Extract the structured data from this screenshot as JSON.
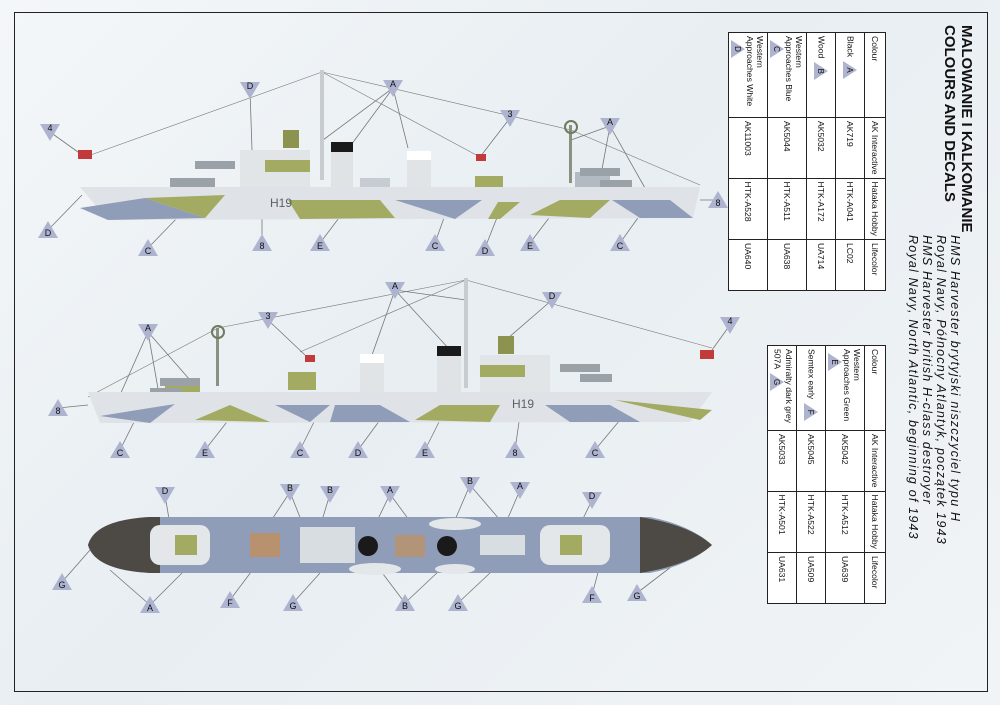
{
  "title_pl": "MALOWANIE I KALKOMANIE",
  "title_en": "COLOURS AND DECALS",
  "subtitle_lines": [
    "HMS Harvester brytyjski niszczyciel typu H",
    "Royal Navy, Północny Atlantyk, początek 1943",
    "HMS Harvester british H-class destroyer",
    "Royal Navy, North Atlantic, beginning of 1943"
  ],
  "table_headers": [
    "Colour",
    "AK Interactive",
    "Hataka Hobby",
    "Lifecolor"
  ],
  "table1": [
    {
      "name": "Black",
      "key": "A",
      "ak": "AK719",
      "hataka": "HTK-A041",
      "life": "LC02"
    },
    {
      "name": "Wood",
      "key": "B",
      "ak": "AK5032",
      "hataka": "HTK-A172",
      "life": "UA714"
    },
    {
      "name": "Western Approaches Blue",
      "key": "C",
      "ak": "AK5044",
      "hataka": "HTK-A511",
      "life": "UA638"
    },
    {
      "name": "Western Approaches White",
      "key": "D",
      "ak": "AK11003",
      "hataka": "HTK-A528",
      "life": "UA640"
    }
  ],
  "table2": [
    {
      "name": "Western Approaches Green",
      "key": "E",
      "ak": "AK5042",
      "hataka": "HTK-A512",
      "life": "UA639"
    },
    {
      "name": "Semtex early",
      "key": "F",
      "ak": "AK5045",
      "hataka": "HTK-A522",
      "life": "UA509"
    },
    {
      "name": "Admiralty dark grey 507A",
      "key": "G",
      "ak": "AK5033",
      "hataka": "HTK-A501",
      "life": "UA631"
    }
  ],
  "hull_number": "H19",
  "callout_labels": [
    "A",
    "B",
    "C",
    "D",
    "E",
    "F",
    "G",
    "3",
    "4",
    "8"
  ],
  "colors": {
    "black": "#1a1a1a",
    "wood": "#c98d4e",
    "wa_blue": "#8f9db8",
    "wa_white": "#e4e7ea",
    "wa_green": "#a3aa62",
    "semtex": "#9aa2a8",
    "dark_grey": "#5a6167",
    "callout": "#aeb4cf"
  }
}
